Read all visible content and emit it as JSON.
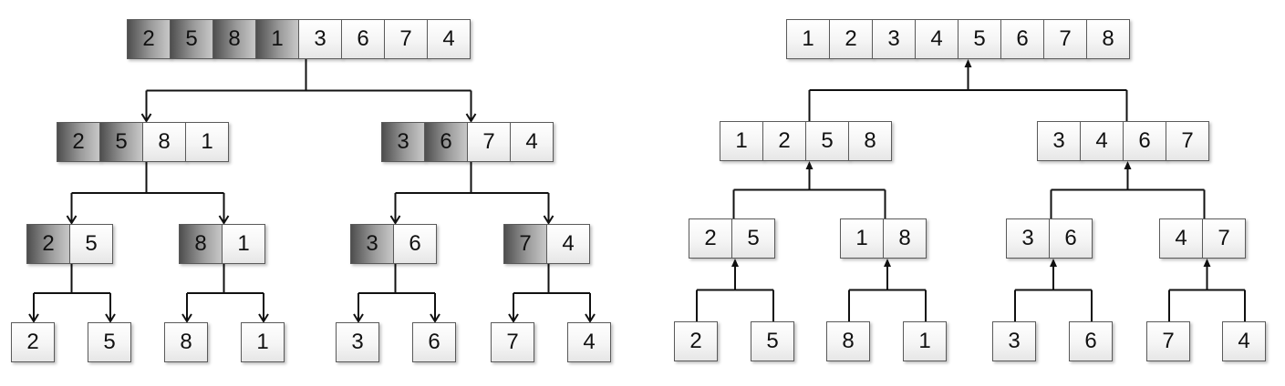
{
  "split_tree": {
    "levels": [
      [
        {
          "values": [
            "2",
            "5",
            "8",
            "1",
            "3",
            "6",
            "7",
            "4"
          ],
          "highlight": [
            true,
            true,
            true,
            true,
            false,
            false,
            false,
            false
          ]
        }
      ],
      [
        {
          "values": [
            "2",
            "5",
            "8",
            "1"
          ],
          "highlight": [
            true,
            true,
            false,
            false
          ]
        },
        {
          "values": [
            "3",
            "6",
            "7",
            "4"
          ],
          "highlight": [
            true,
            true,
            false,
            false
          ]
        }
      ],
      [
        {
          "values": [
            "2",
            "5"
          ],
          "highlight": [
            true,
            false
          ]
        },
        {
          "values": [
            "8",
            "1"
          ],
          "highlight": [
            true,
            false
          ]
        },
        {
          "values": [
            "3",
            "6"
          ],
          "highlight": [
            true,
            false
          ]
        },
        {
          "values": [
            "7",
            "4"
          ],
          "highlight": [
            true,
            false
          ]
        }
      ],
      [
        {
          "values": [
            "2"
          ],
          "highlight": [
            false
          ]
        },
        {
          "values": [
            "5"
          ],
          "highlight": [
            false
          ]
        },
        {
          "values": [
            "8"
          ],
          "highlight": [
            false
          ]
        },
        {
          "values": [
            "1"
          ],
          "highlight": [
            false
          ]
        },
        {
          "values": [
            "3"
          ],
          "highlight": [
            false
          ]
        },
        {
          "values": [
            "6"
          ],
          "highlight": [
            false
          ]
        },
        {
          "values": [
            "7"
          ],
          "highlight": [
            false
          ]
        },
        {
          "values": [
            "4"
          ],
          "highlight": [
            false
          ]
        }
      ]
    ]
  },
  "merge_tree": {
    "levels": [
      [
        {
          "values": [
            "1",
            "2",
            "3",
            "4",
            "5",
            "6",
            "7",
            "8"
          ]
        }
      ],
      [
        {
          "values": [
            "1",
            "2",
            "5",
            "8"
          ]
        },
        {
          "values": [
            "3",
            "4",
            "6",
            "7"
          ]
        }
      ],
      [
        {
          "values": [
            "2",
            "5"
          ]
        },
        {
          "values": [
            "1",
            "8"
          ]
        },
        {
          "values": [
            "3",
            "6"
          ]
        },
        {
          "values": [
            "4",
            "7"
          ]
        }
      ],
      [
        {
          "values": [
            "2"
          ]
        },
        {
          "values": [
            "5"
          ]
        },
        {
          "values": [
            "8"
          ]
        },
        {
          "values": [
            "1"
          ]
        },
        {
          "values": [
            "3"
          ]
        },
        {
          "values": [
            "6"
          ]
        },
        {
          "values": [
            "7"
          ]
        },
        {
          "values": [
            "4"
          ]
        }
      ]
    ]
  },
  "colors": {
    "highlight_dark": "#4e4e4e",
    "cell_border": "#5a5a5a",
    "connector": "#111111"
  }
}
